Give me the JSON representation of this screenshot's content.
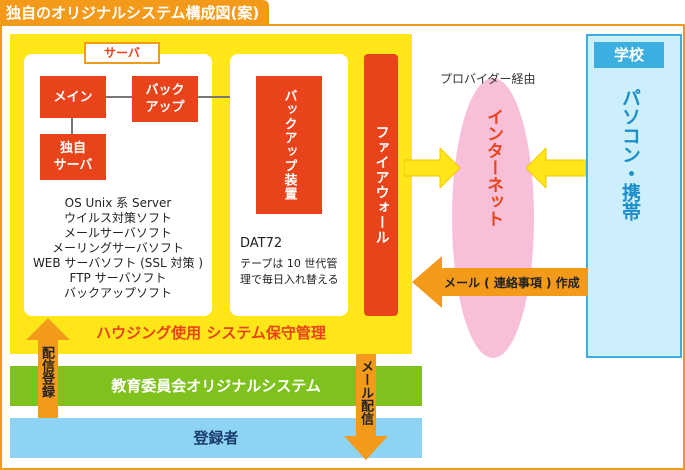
{
  "title": "独自のオリジナルシステム構成図(案)",
  "server": {
    "tag": "サーバ",
    "main_label": "メイン",
    "backup_label": "バック\nアップ",
    "independent_label": "独自\nサーバ",
    "software": [
      "OS Unix 系 Server",
      "ウイルス対策ソフト",
      "メールサーバソフト",
      "メーリングサーバソフト",
      "WEB サーバソフト (SSL 対策 )",
      "FTP サーバソフト",
      "バックアップソフト"
    ]
  },
  "backup_device": {
    "label": "バックアップ装置",
    "dat_title": "DAT72",
    "dat_desc": "テープは 10 世代管理で毎日入れ替える"
  },
  "firewall_label": "ファイアウォール",
  "housing_label": "ハウジング使用 システム保守管理",
  "internet": {
    "provider_label": "プロバイダー経由",
    "label": "インターネット"
  },
  "school": {
    "tag": "学校",
    "devices_label": "パソコン・携帯"
  },
  "mail_create_label": "メール ( 連絡事項 ) 作成",
  "board_system_label": "教育委員会オリジナルシステム",
  "registrant_label": "登録者",
  "delivery_registration_label": "配信登録",
  "mail_delivery_label": "メール配信",
  "colors": {
    "orange": "#f39a1a",
    "red_orange": "#e8431a",
    "yellow": "#ffe619",
    "green": "#7fc21e",
    "blue": "#8dd3f3",
    "pink": "#f7c0d8"
  }
}
